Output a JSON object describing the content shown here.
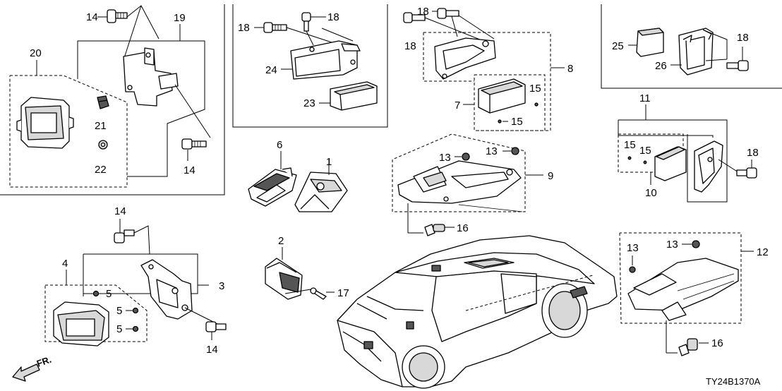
{
  "diagram_code": "TY24B1370A",
  "direction_label": "FR.",
  "callouts": {
    "c1": "1",
    "c2": "2",
    "c3": "3",
    "c4": "4",
    "c5": "5",
    "c6": "6",
    "c7": "7",
    "c8": "8",
    "c9": "9",
    "c10": "10",
    "c11": "11",
    "c12": "12",
    "c13": "13",
    "c14": "14",
    "c15": "15",
    "c16": "16",
    "c17": "17",
    "c18": "18",
    "c19": "19",
    "c20": "20",
    "c21": "21",
    "c22": "22",
    "c23": "23",
    "c24": "24",
    "c25": "25",
    "c26": "26"
  }
}
